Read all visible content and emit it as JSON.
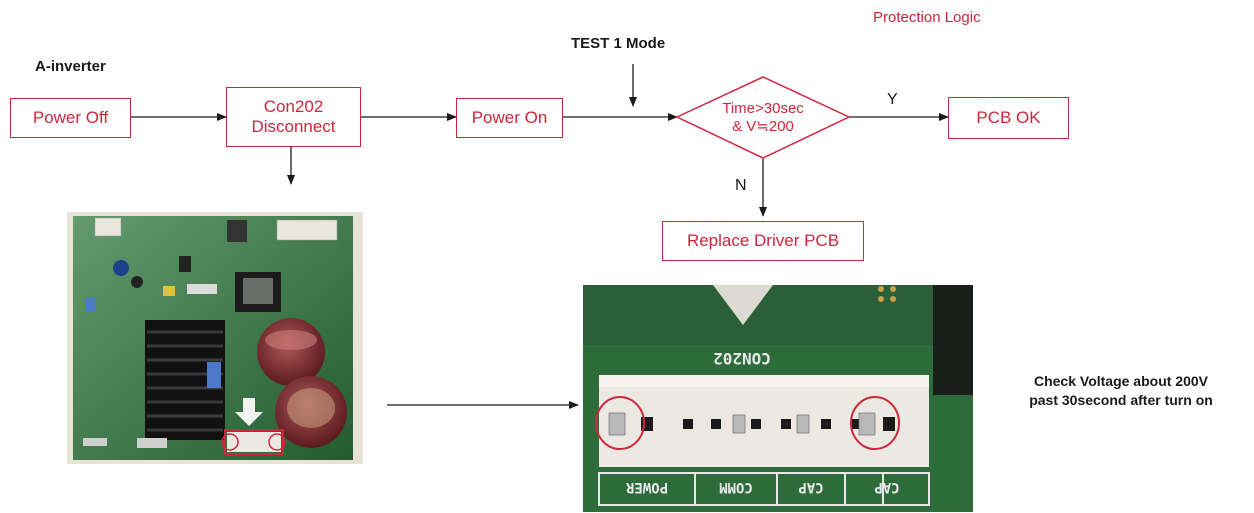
{
  "header": {
    "protection_logic": "Protection Logic",
    "model": "A-inverter",
    "test_mode": "TEST 1 Mode"
  },
  "flow": {
    "power_off": "Power Off",
    "con202_disconnect_line1": "Con202",
    "con202_disconnect_line2": "Disconnect",
    "power_on": "Power On",
    "decision_line1": "Time>30sec",
    "decision_line2": "& V≒200",
    "yes_label": "Y",
    "no_label": "N",
    "pcb_ok": "PCB OK",
    "replace_driver": "Replace Driver PCB"
  },
  "connector": {
    "silkscreen": "CON202",
    "pin_labels": [
      "POWER",
      "COMM",
      "CAP",
      "CAP"
    ]
  },
  "note": {
    "line1": "Check Voltage about 200V",
    "line2": "past 30second after turn on"
  },
  "colors": {
    "accent": "#d0263c",
    "pcb_green": "#2f7a3e",
    "connector_white": "#ece9e2"
  }
}
